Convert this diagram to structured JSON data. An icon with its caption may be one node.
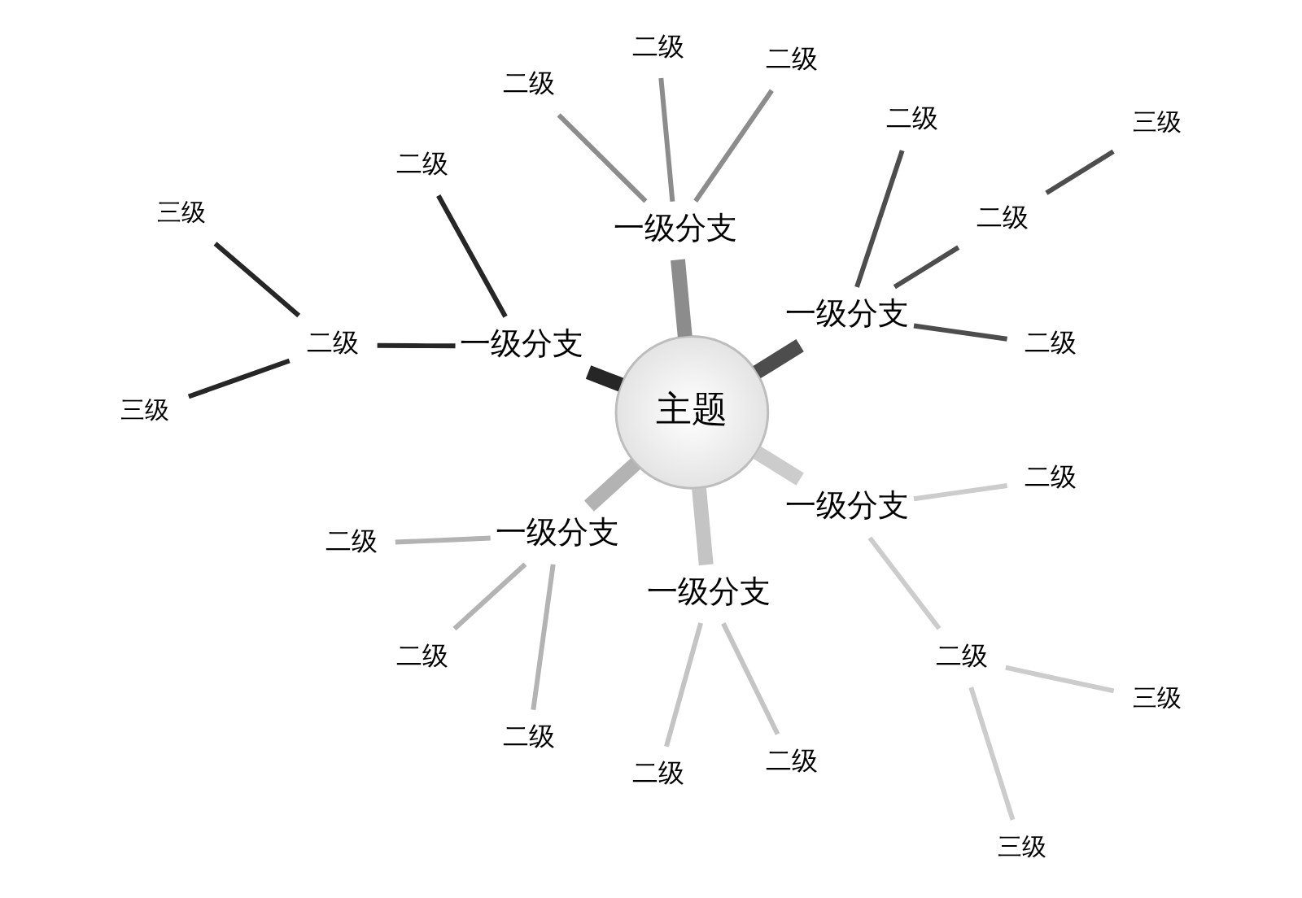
{
  "diagram": {
    "nodes": [
      {
        "text": [
          "主题"
        ]
      },
      {
        "text": [
          "一级分支"
        ]
      },
      {
        "text": [
          "二级"
        ]
      },
      {
        "text": [
          "二级"
        ]
      },
      {
        "text": [
          "三级"
        ]
      },
      {
        "text": [
          "二级"
        ]
      },
      {
        "text": [
          "一级分支"
        ]
      },
      {
        "text": [
          "二级"
        ]
      },
      {
        "text": [
          "二级"
        ]
      },
      {
        "text": [
          "二级"
        ]
      },
      {
        "text": [
          "一级分支"
        ]
      },
      {
        "text": [
          "二级"
        ]
      },
      {
        "text": [
          "二级"
        ]
      },
      {
        "text": [
          "三级"
        ]
      },
      {
        "text": [
          "三级"
        ]
      },
      {
        "text": [
          "一级分支"
        ]
      },
      {
        "text": [
          "二级"
        ]
      },
      {
        "text": [
          "二级"
        ]
      },
      {
        "text": [
          "二级"
        ]
      },
      {
        "text": [
          "一级分支"
        ]
      },
      {
        "text": [
          "二级"
        ]
      },
      {
        "text": [
          "二级"
        ]
      },
      {
        "text": [
          "一级分支"
        ]
      },
      {
        "text": [
          "二级"
        ]
      },
      {
        "text": [
          "三级"
        ]
      },
      {
        "text": [
          "三级"
        ]
      },
      {
        "text": [
          "二级"
        ]
      }
    ],
    "edges": [
      {
        "from": 0,
        "to": 1,
        "arrow": "none",
        "style": "thick",
        "color": "#4d4d4d"
      },
      {
        "from": 1,
        "to": 2,
        "arrow": "none",
        "color": "#4d4d4d"
      },
      {
        "from": 1,
        "to": 3,
        "arrow": "none",
        "color": "#4d4d4d"
      },
      {
        "from": 3,
        "to": 4,
        "arrow": "none",
        "color": "#4d4d4d"
      },
      {
        "from": 1,
        "to": 5,
        "arrow": "none",
        "color": "#4d4d4d"
      },
      {
        "from": 0,
        "to": 6,
        "arrow": "none",
        "style": "thick",
        "color": "#8c8c8c"
      },
      {
        "from": 6,
        "to": 7,
        "arrow": "none",
        "color": "#8c8c8c"
      },
      {
        "from": 6,
        "to": 8,
        "arrow": "none",
        "color": "#8c8c8c"
      },
      {
        "from": 6,
        "to": 9,
        "arrow": "none",
        "color": "#8c8c8c"
      },
      {
        "from": 0,
        "to": 10,
        "arrow": "none",
        "style": "thick",
        "color": "#262626"
      },
      {
        "from": 10,
        "to": 11,
        "arrow": "none",
        "color": "#262626"
      },
      {
        "from": 10,
        "to": 12,
        "arrow": "none",
        "color": "#262626"
      },
      {
        "from": 12,
        "to": 13,
        "arrow": "none",
        "color": "#262626"
      },
      {
        "from": 12,
        "to": 14,
        "arrow": "none",
        "color": "#262626"
      },
      {
        "from": 0,
        "to": 15,
        "arrow": "none",
        "style": "thick",
        "color": "#b3b3b3"
      },
      {
        "from": 15,
        "to": 16,
        "arrow": "none",
        "color": "#b3b3b3"
      },
      {
        "from": 15,
        "to": 17,
        "arrow": "none",
        "color": "#b3b3b3"
      },
      {
        "from": 15,
        "to": 18,
        "arrow": "none",
        "color": "#b3b3b3"
      },
      {
        "from": 0,
        "to": 19,
        "arrow": "none",
        "style": "thick",
        "color": "#c4c4c4"
      },
      {
        "from": 19,
        "to": 20,
        "arrow": "none",
        "color": "#c4c4c4"
      },
      {
        "from": 19,
        "to": 21,
        "arrow": "none",
        "color": "#c4c4c4"
      },
      {
        "from": 0,
        "to": 22,
        "arrow": "none",
        "style": "thick",
        "color": "#cccccc"
      },
      {
        "from": 22,
        "to": 23,
        "arrow": "none",
        "color": "#cccccc"
      },
      {
        "from": 23,
        "to": 24,
        "arrow": "none",
        "color": "#cccccc"
      },
      {
        "from": 23,
        "to": 25,
        "arrow": "none",
        "color": "#cccccc"
      },
      {
        "from": 22,
        "to": 26,
        "arrow": "none",
        "color": "#cccccc"
      }
    ]
  }
}
